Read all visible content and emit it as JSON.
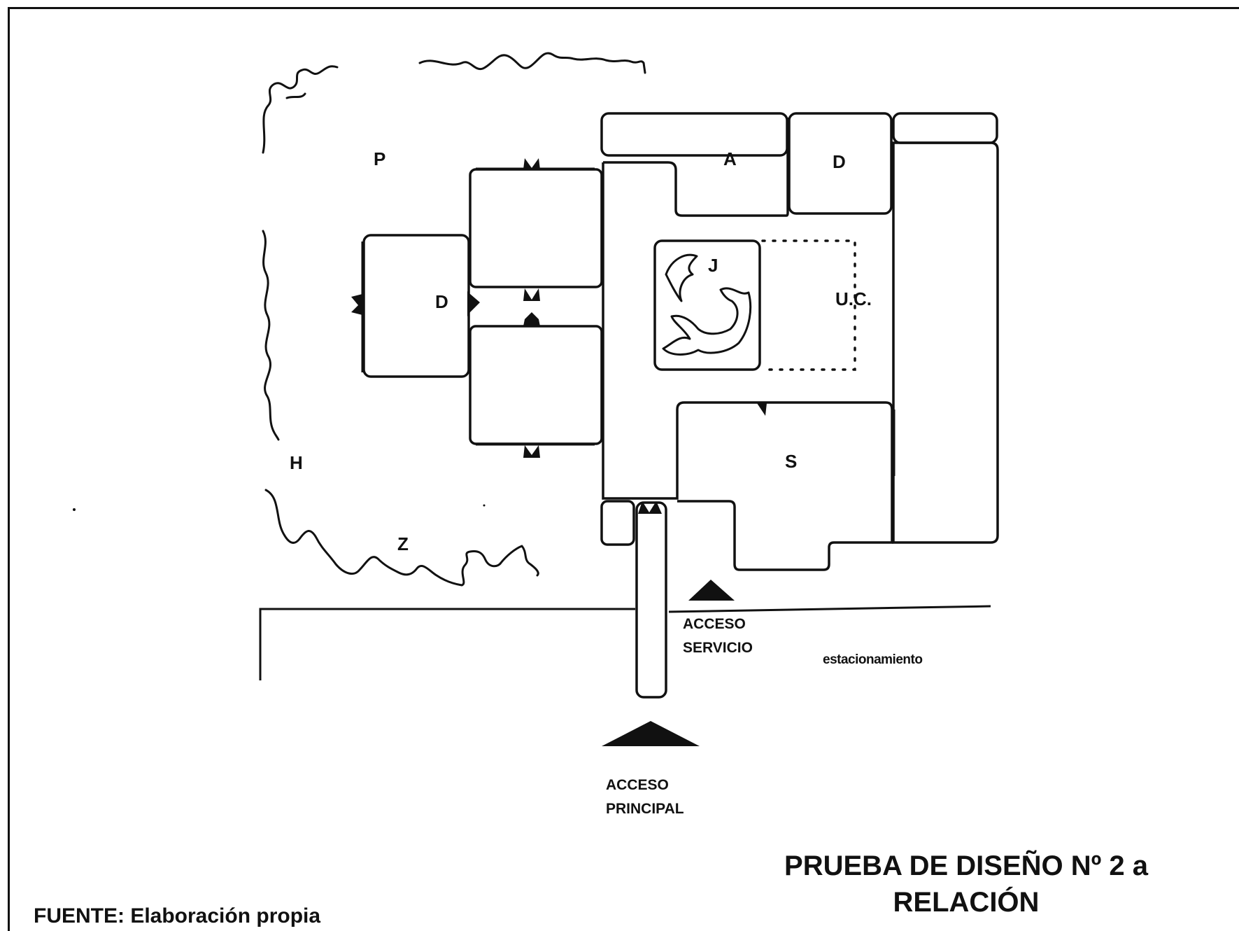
{
  "diagram": {
    "labels": {
      "p": "P",
      "a": "A",
      "d_top": "D",
      "d_left": "D",
      "j": "J",
      "uc": "U.C.",
      "s": "S",
      "h": "H",
      "z": "Z"
    },
    "access_service": [
      "ACCESO",
      "SERVICIO"
    ],
    "access_main": [
      "ACCESO",
      "PRINCIPAL"
    ],
    "parking": "estacionamiento"
  },
  "title": [
    "PRUEBA DE DISEÑO Nº 2 a",
    "RELACIÓN"
  ],
  "source": "FUENTE: Elaboración propia"
}
